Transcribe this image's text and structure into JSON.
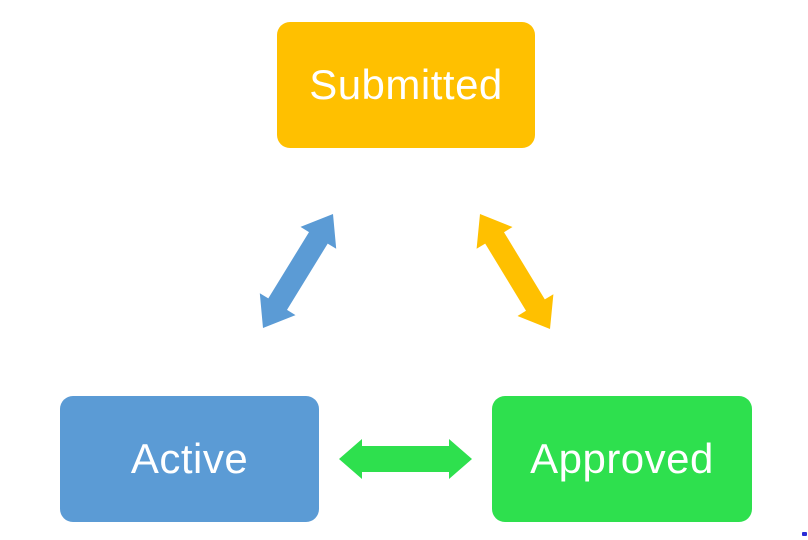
{
  "diagram": {
    "background_color": "#FFFFFF",
    "label_text_color": "#FFFFFF",
    "nodes": {
      "submitted": {
        "label": "Submitted",
        "color": "#FFC000",
        "shape": "rounded-rectangle"
      },
      "active": {
        "label": "Active",
        "color": "#5B9BD5",
        "shape": "rounded-rectangle"
      },
      "approved": {
        "label": "Approved",
        "color": "#2EE04E",
        "shape": "rounded-rectangle"
      }
    },
    "connectors": {
      "active_submitted": {
        "type": "double-headed-arrow",
        "between": [
          "Active",
          "Submitted"
        ],
        "color": "#5B9BD5"
      },
      "submitted_approved": {
        "type": "double-headed-arrow",
        "between": [
          "Submitted",
          "Approved"
        ],
        "color": "#FFC000"
      },
      "active_approved": {
        "type": "double-headed-arrow",
        "between": [
          "Active",
          "Approved"
        ],
        "color": "#2EE04E"
      }
    },
    "artifact_color": "#2B2BD6"
  }
}
